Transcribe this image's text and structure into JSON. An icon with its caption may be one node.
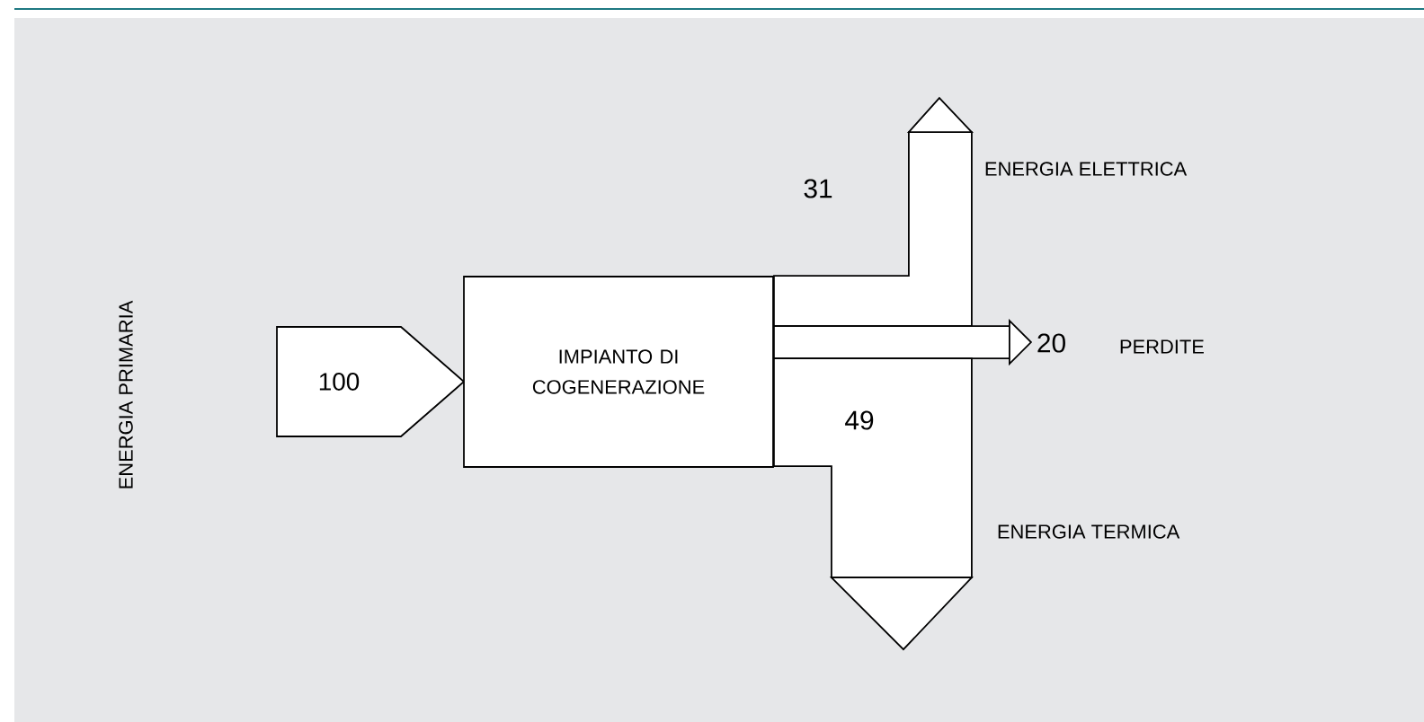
{
  "diagram": {
    "nodes": [
      {
        "text": [
          "100"
        ]
      },
      {
        "text": [
          "IMPIANTO DI COGENERAZIONE"
        ]
      }
    ],
    "labels": [
      "ENERGIA PRIMARIA",
      "31",
      "ENERGIA ELETTRICA",
      "20",
      "PERDITE",
      "49",
      "ENERGIA TERMICA"
    ]
  }
}
